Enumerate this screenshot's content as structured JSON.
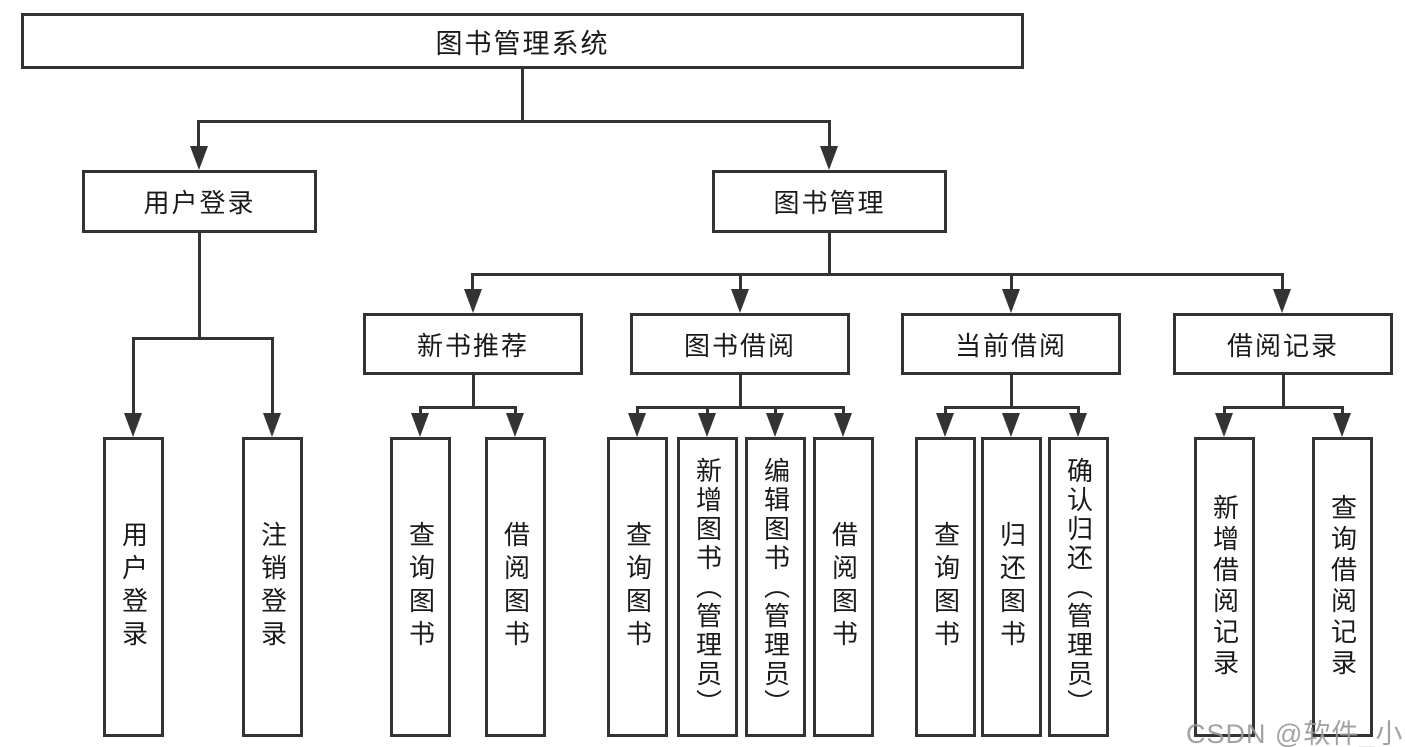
{
  "diagram": {
    "root": {
      "label": "图书管理系统"
    },
    "branches": [
      {
        "label": "用户登录",
        "leaves": [
          {
            "label": "用户登录"
          },
          {
            "label": "注销登录"
          }
        ]
      },
      {
        "label": "图书管理",
        "groups": [
          {
            "label": "新书推荐",
            "leaves": [
              {
                "label": "查询图书"
              },
              {
                "label": "借阅图书"
              }
            ]
          },
          {
            "label": "图书借阅",
            "leaves": [
              {
                "label": "查询图书"
              },
              {
                "label": "新增图书（管理员）"
              },
              {
                "label": "编辑图书（管理员）"
              },
              {
                "label": "借阅图书"
              }
            ]
          },
          {
            "label": "当前借阅",
            "leaves": [
              {
                "label": "查询图书"
              },
              {
                "label": "归还图书"
              },
              {
                "label": "确认归还（管理员）"
              }
            ]
          },
          {
            "label": "借阅记录",
            "leaves": [
              {
                "label": "新增借阅记录"
              },
              {
                "label": "查询借阅记录"
              }
            ]
          }
        ]
      }
    ]
  },
  "watermark": {
    "text": "CSDN @软件_小贺同学"
  },
  "colors": {
    "line": "#333333",
    "text": "#1a1a1a",
    "watermark": "#989898",
    "background": "#ffffff"
  }
}
